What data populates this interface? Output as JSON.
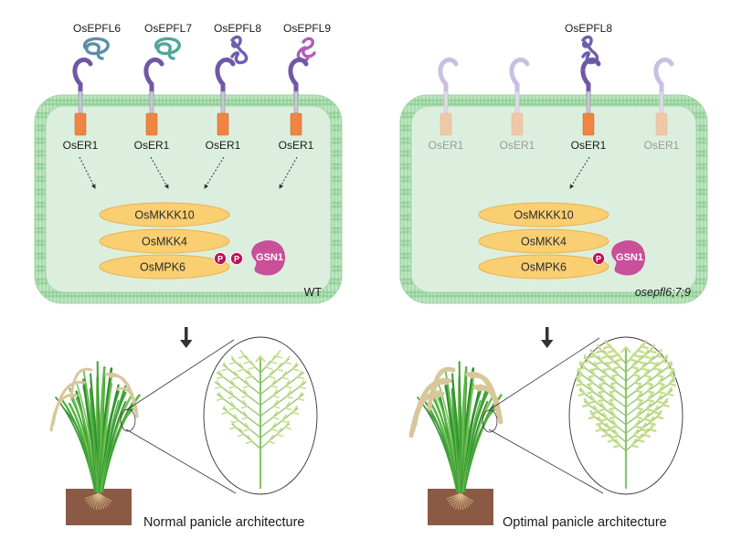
{
  "colors": {
    "cell_fill": "#dcefdf",
    "membrane": "#9fd6a3",
    "membrane_dark": "#7cc483",
    "receptor_active": "#f08443",
    "receptor_faded": "#f0c8a8",
    "tmm_active": "#6e58a6",
    "tmm_faded": "#c8bfe2",
    "kinase_fill": "#f9cf72",
    "kinase_stroke": "#e8b24a",
    "gsn1": "#c94f98",
    "phospho": "#c0105a",
    "epfl6": "#5b8fa8",
    "epfl7": "#4fa69a",
    "epfl8": "#6b5fb0",
    "epfl9": "#b15db8",
    "arrow": "#333333",
    "soil": "#8b5a44",
    "panicle": "#8cc56a",
    "spikelet": "#c8dd8f"
  },
  "panels": [
    {
      "id": "wt",
      "genotype": "WT",
      "genotype_italic": false,
      "ligands": [
        {
          "label": "OsEPFL6",
          "color_key": "epfl6"
        },
        {
          "label": "OsEPFL7",
          "color_key": "epfl7"
        },
        {
          "label": "OsEPFL8",
          "color_key": "epfl8"
        },
        {
          "label": "OsEPFL9",
          "color_key": "epfl9"
        }
      ],
      "receptors": [
        {
          "label": "OsER1",
          "active": true
        },
        {
          "label": "OsER1",
          "active": true
        },
        {
          "label": "OsER1",
          "active": true
        },
        {
          "label": "OsER1",
          "active": true
        }
      ],
      "kinases": [
        "OsMKKK10",
        "OsMKK4",
        "OsMPK6"
      ],
      "phospho_label": "P",
      "phospho_count": 2,
      "gsn1_label": "GSN1",
      "caption": "Normal panicle architecture",
      "panicle_density": "normal"
    },
    {
      "id": "mutant",
      "genotype": "osepfl6;7;9",
      "genotype_italic": true,
      "ligands": [
        {
          "label": "OsEPFL8",
          "color_key": "epfl8"
        }
      ],
      "receptors": [
        {
          "label": "OsER1",
          "active": false
        },
        {
          "label": "OsER1",
          "active": false
        },
        {
          "label": "OsER1",
          "active": true
        },
        {
          "label": "OsER1",
          "active": false
        }
      ],
      "kinases": [
        "OsMKKK10",
        "OsMKK4",
        "OsMPK6"
      ],
      "phospho_label": "P",
      "phospho_count": 1,
      "gsn1_label": "GSN1",
      "caption": "Optimal panicle architecture",
      "panicle_density": "dense"
    }
  ]
}
